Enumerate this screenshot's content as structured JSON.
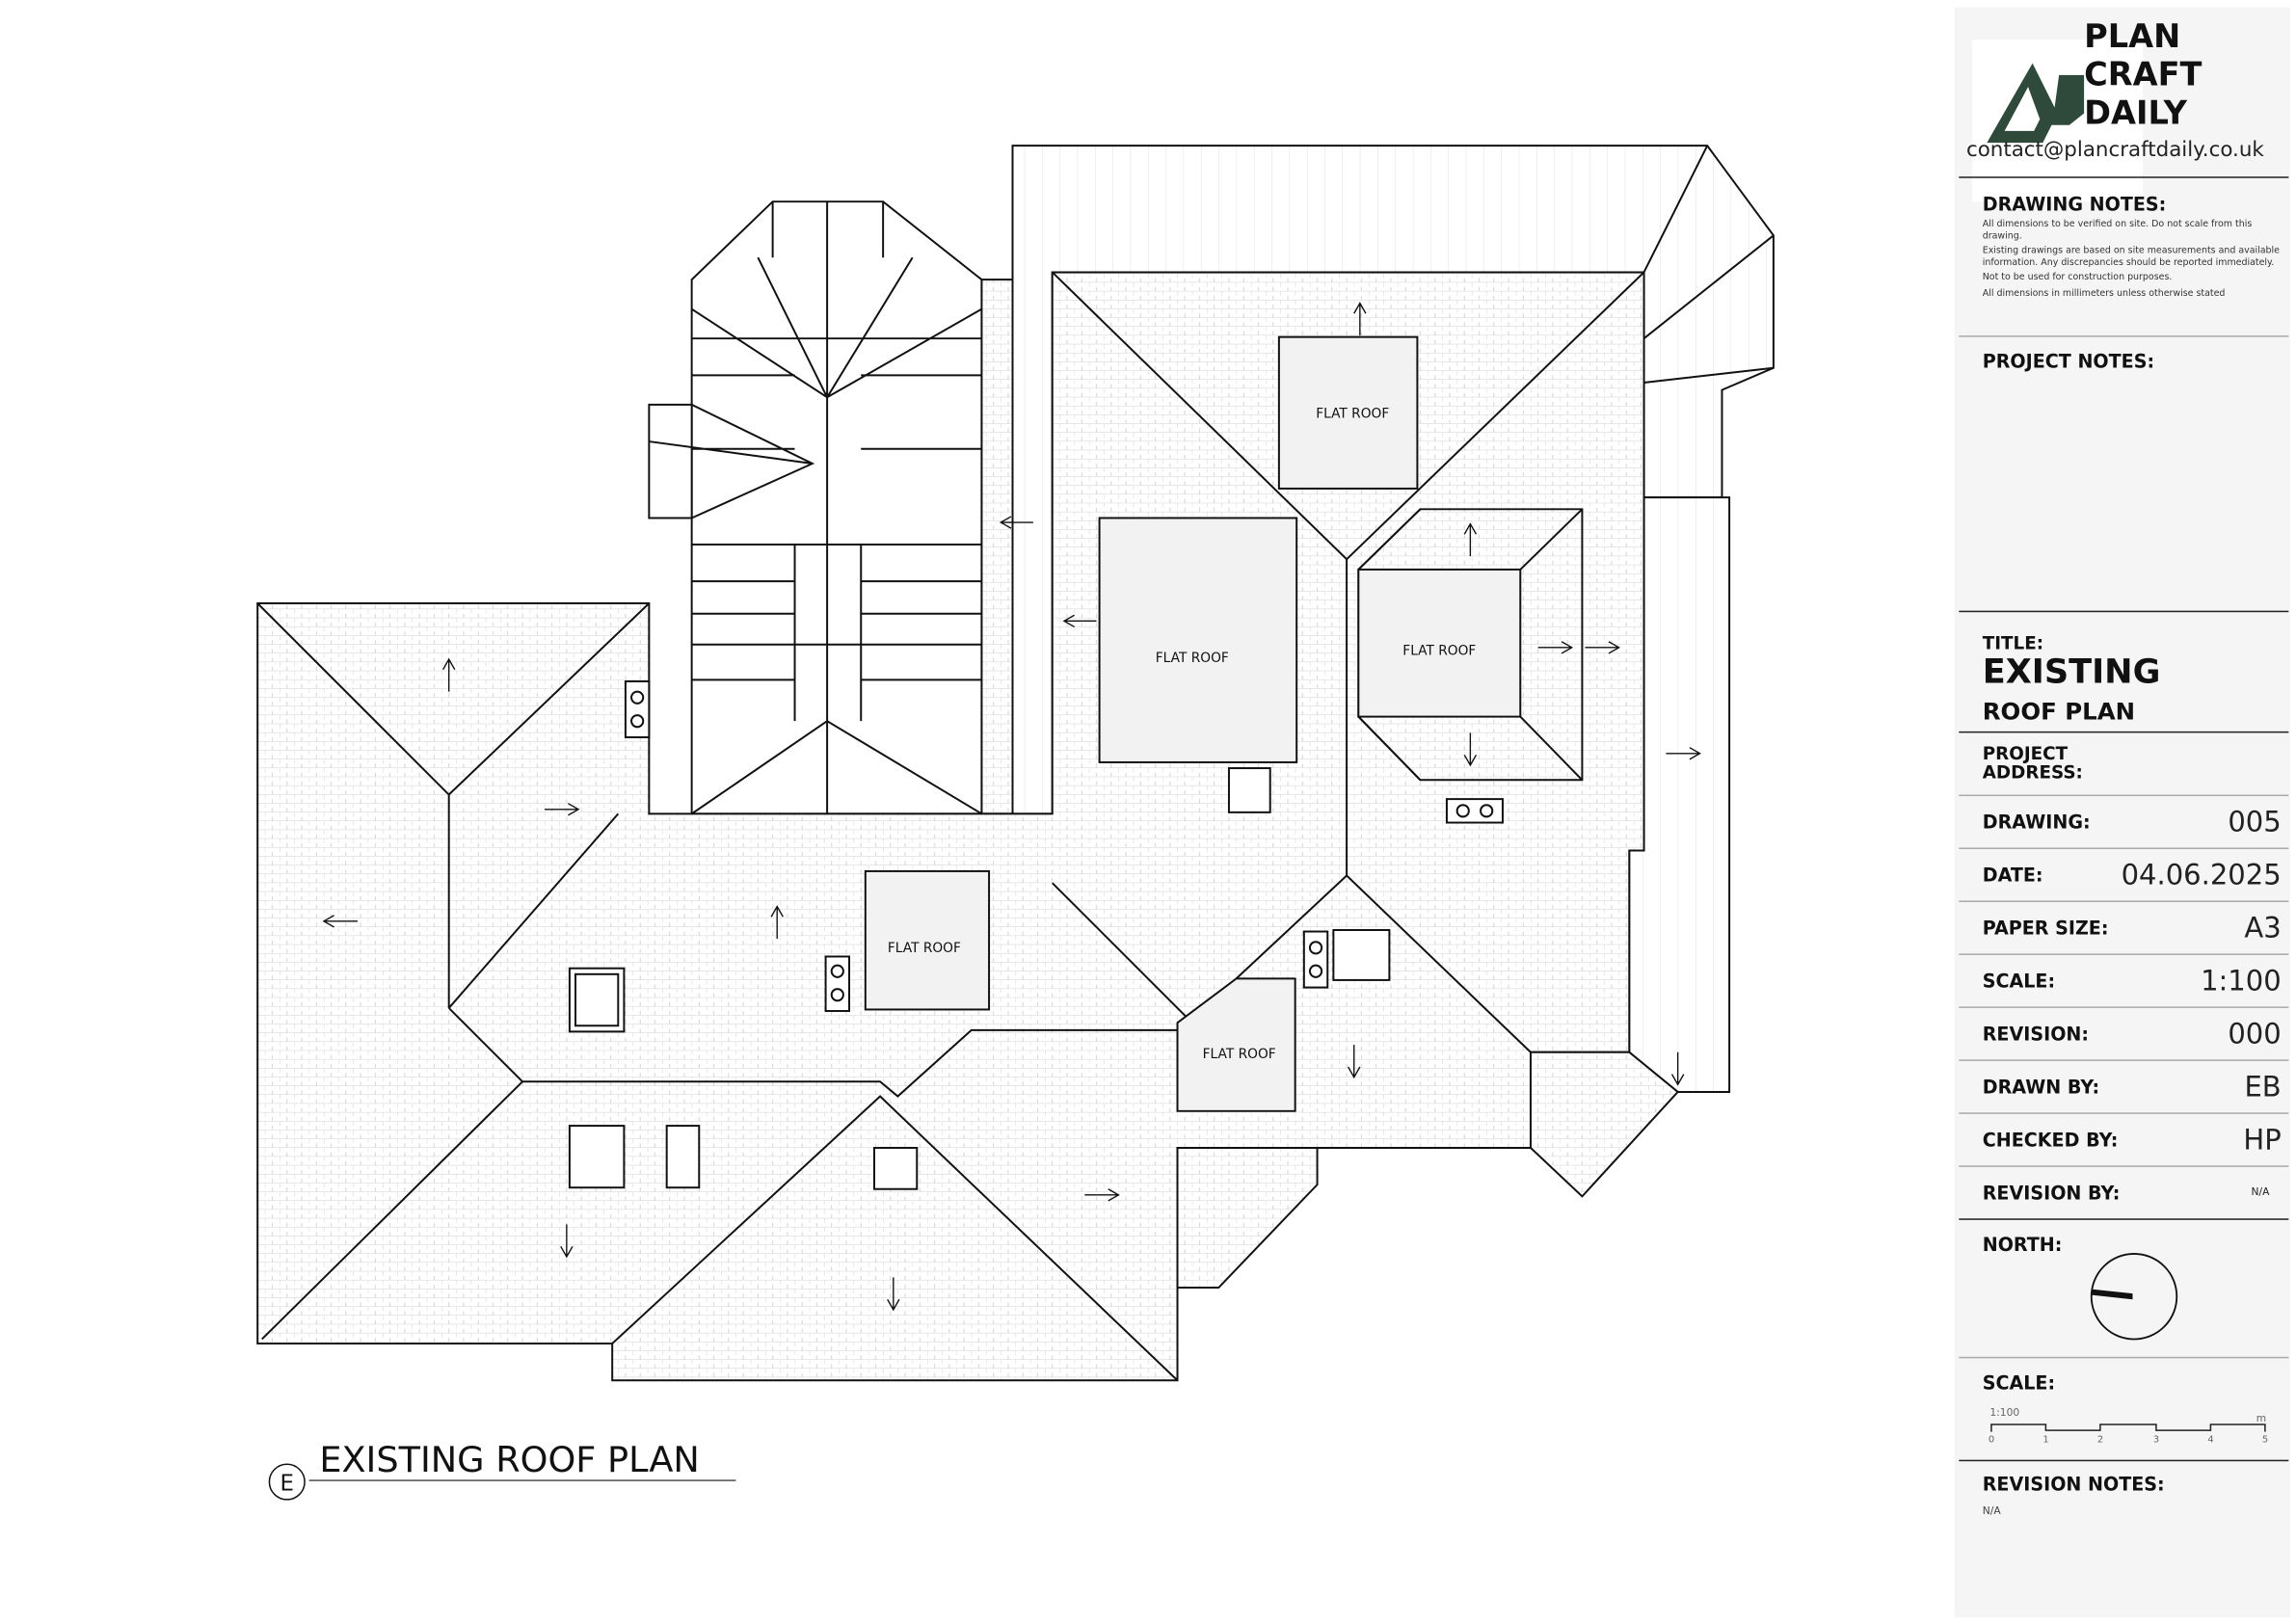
{
  "drawing": {
    "flat_roof_labels": [
      "FLAT ROOF",
      "FLAT ROOF",
      "FLAT ROOF",
      "FLAT ROOF",
      "FLAT ROOF"
    ],
    "view_title": "EXISTING ROOF PLAN",
    "view_marker": "E",
    "line_color": "#111111",
    "tile_color": "#d0d0d0"
  },
  "title_block": {
    "logo": {
      "lines": [
        "PLAN",
        "CRAFT",
        "DAILY"
      ],
      "color": "#2f4a3a"
    },
    "contact": "contact@plancraftdaily.co.uk",
    "drawing_notes": {
      "heading": "DRAWING NOTES:",
      "items": [
        "All dimensions to be verified on site. Do not scale from this drawing.",
        "Existing drawings are based on site measurements and available information. Any discrepancies should be reported immediately.",
        "Not to be used for construction purposes.",
        "All dimensions in millimeters unless otherwise stated"
      ]
    },
    "project_notes": {
      "heading": "PROJECT NOTES:"
    },
    "title": {
      "label": "TITLE:",
      "line1": "EXISTING",
      "line2": "ROOF PLAN"
    },
    "project_address": {
      "label_line1": "PROJECT",
      "label_line2": "ADDRESS:"
    },
    "fields": [
      {
        "label": "DRAWING:",
        "value": "005"
      },
      {
        "label": "DATE:",
        "value": "04.06.2025"
      },
      {
        "label": "PAPER SIZE:",
        "value": "A3"
      },
      {
        "label": "SCALE:",
        "value": "1:100"
      },
      {
        "label": "REVISION:",
        "value": "000"
      },
      {
        "label": "DRAWN BY:",
        "value": "EB"
      },
      {
        "label": "CHECKED BY:",
        "value": "HP"
      },
      {
        "label": "REVISION BY:",
        "value": "N/A"
      }
    ],
    "north": {
      "heading": "NORTH:",
      "arrow_bearing_deg": 275
    },
    "scale_bar": {
      "heading": "SCALE:",
      "ratio": "1:100",
      "unit": "m",
      "ticks": [
        "0",
        "1",
        "2",
        "3",
        "4",
        "5"
      ]
    },
    "revision_notes": {
      "heading": "REVISION NOTES:",
      "text": "N/A"
    }
  }
}
